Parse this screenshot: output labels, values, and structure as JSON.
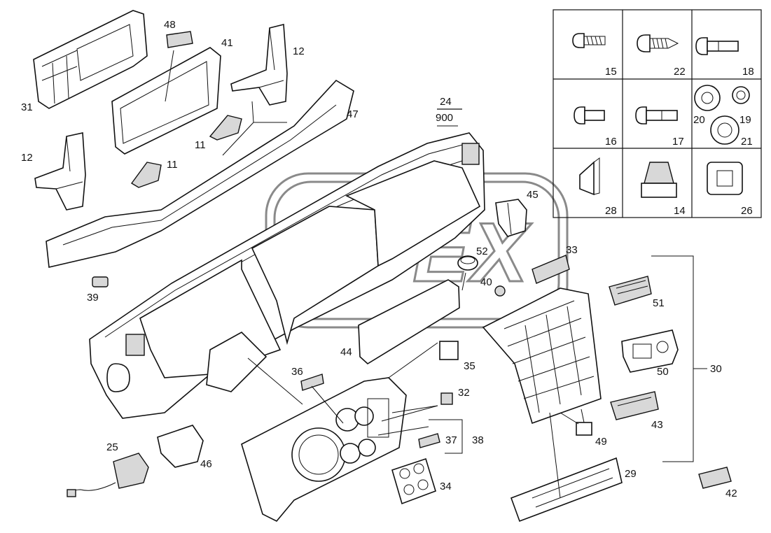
{
  "watermark": "OPEX",
  "assembly": {
    "top": "24",
    "bottom": "900"
  },
  "labels": {
    "p48": "48",
    "p41": "41",
    "p12a": "12",
    "p31": "31",
    "p12b": "12",
    "p11a": "11",
    "p11b": "11",
    "p47": "47",
    "p39": "39",
    "p45": "45",
    "p52": "52",
    "p33": "33",
    "p40": "40",
    "p51": "51",
    "p44": "44",
    "p35": "35",
    "p36": "36",
    "p32": "32",
    "p37": "37",
    "p38": "38",
    "p50": "50",
    "p30": "30",
    "p43": "43",
    "p49": "49",
    "p25": "25",
    "p46": "46",
    "p34": "34",
    "p29": "29",
    "p42": "42",
    "f15": "15",
    "f22": "22",
    "f18": "18",
    "f16": "16",
    "f17": "17",
    "f20": "20",
    "f19": "19",
    "f21": "21",
    "f28": "28",
    "f14": "14",
    "f26": "26"
  }
}
